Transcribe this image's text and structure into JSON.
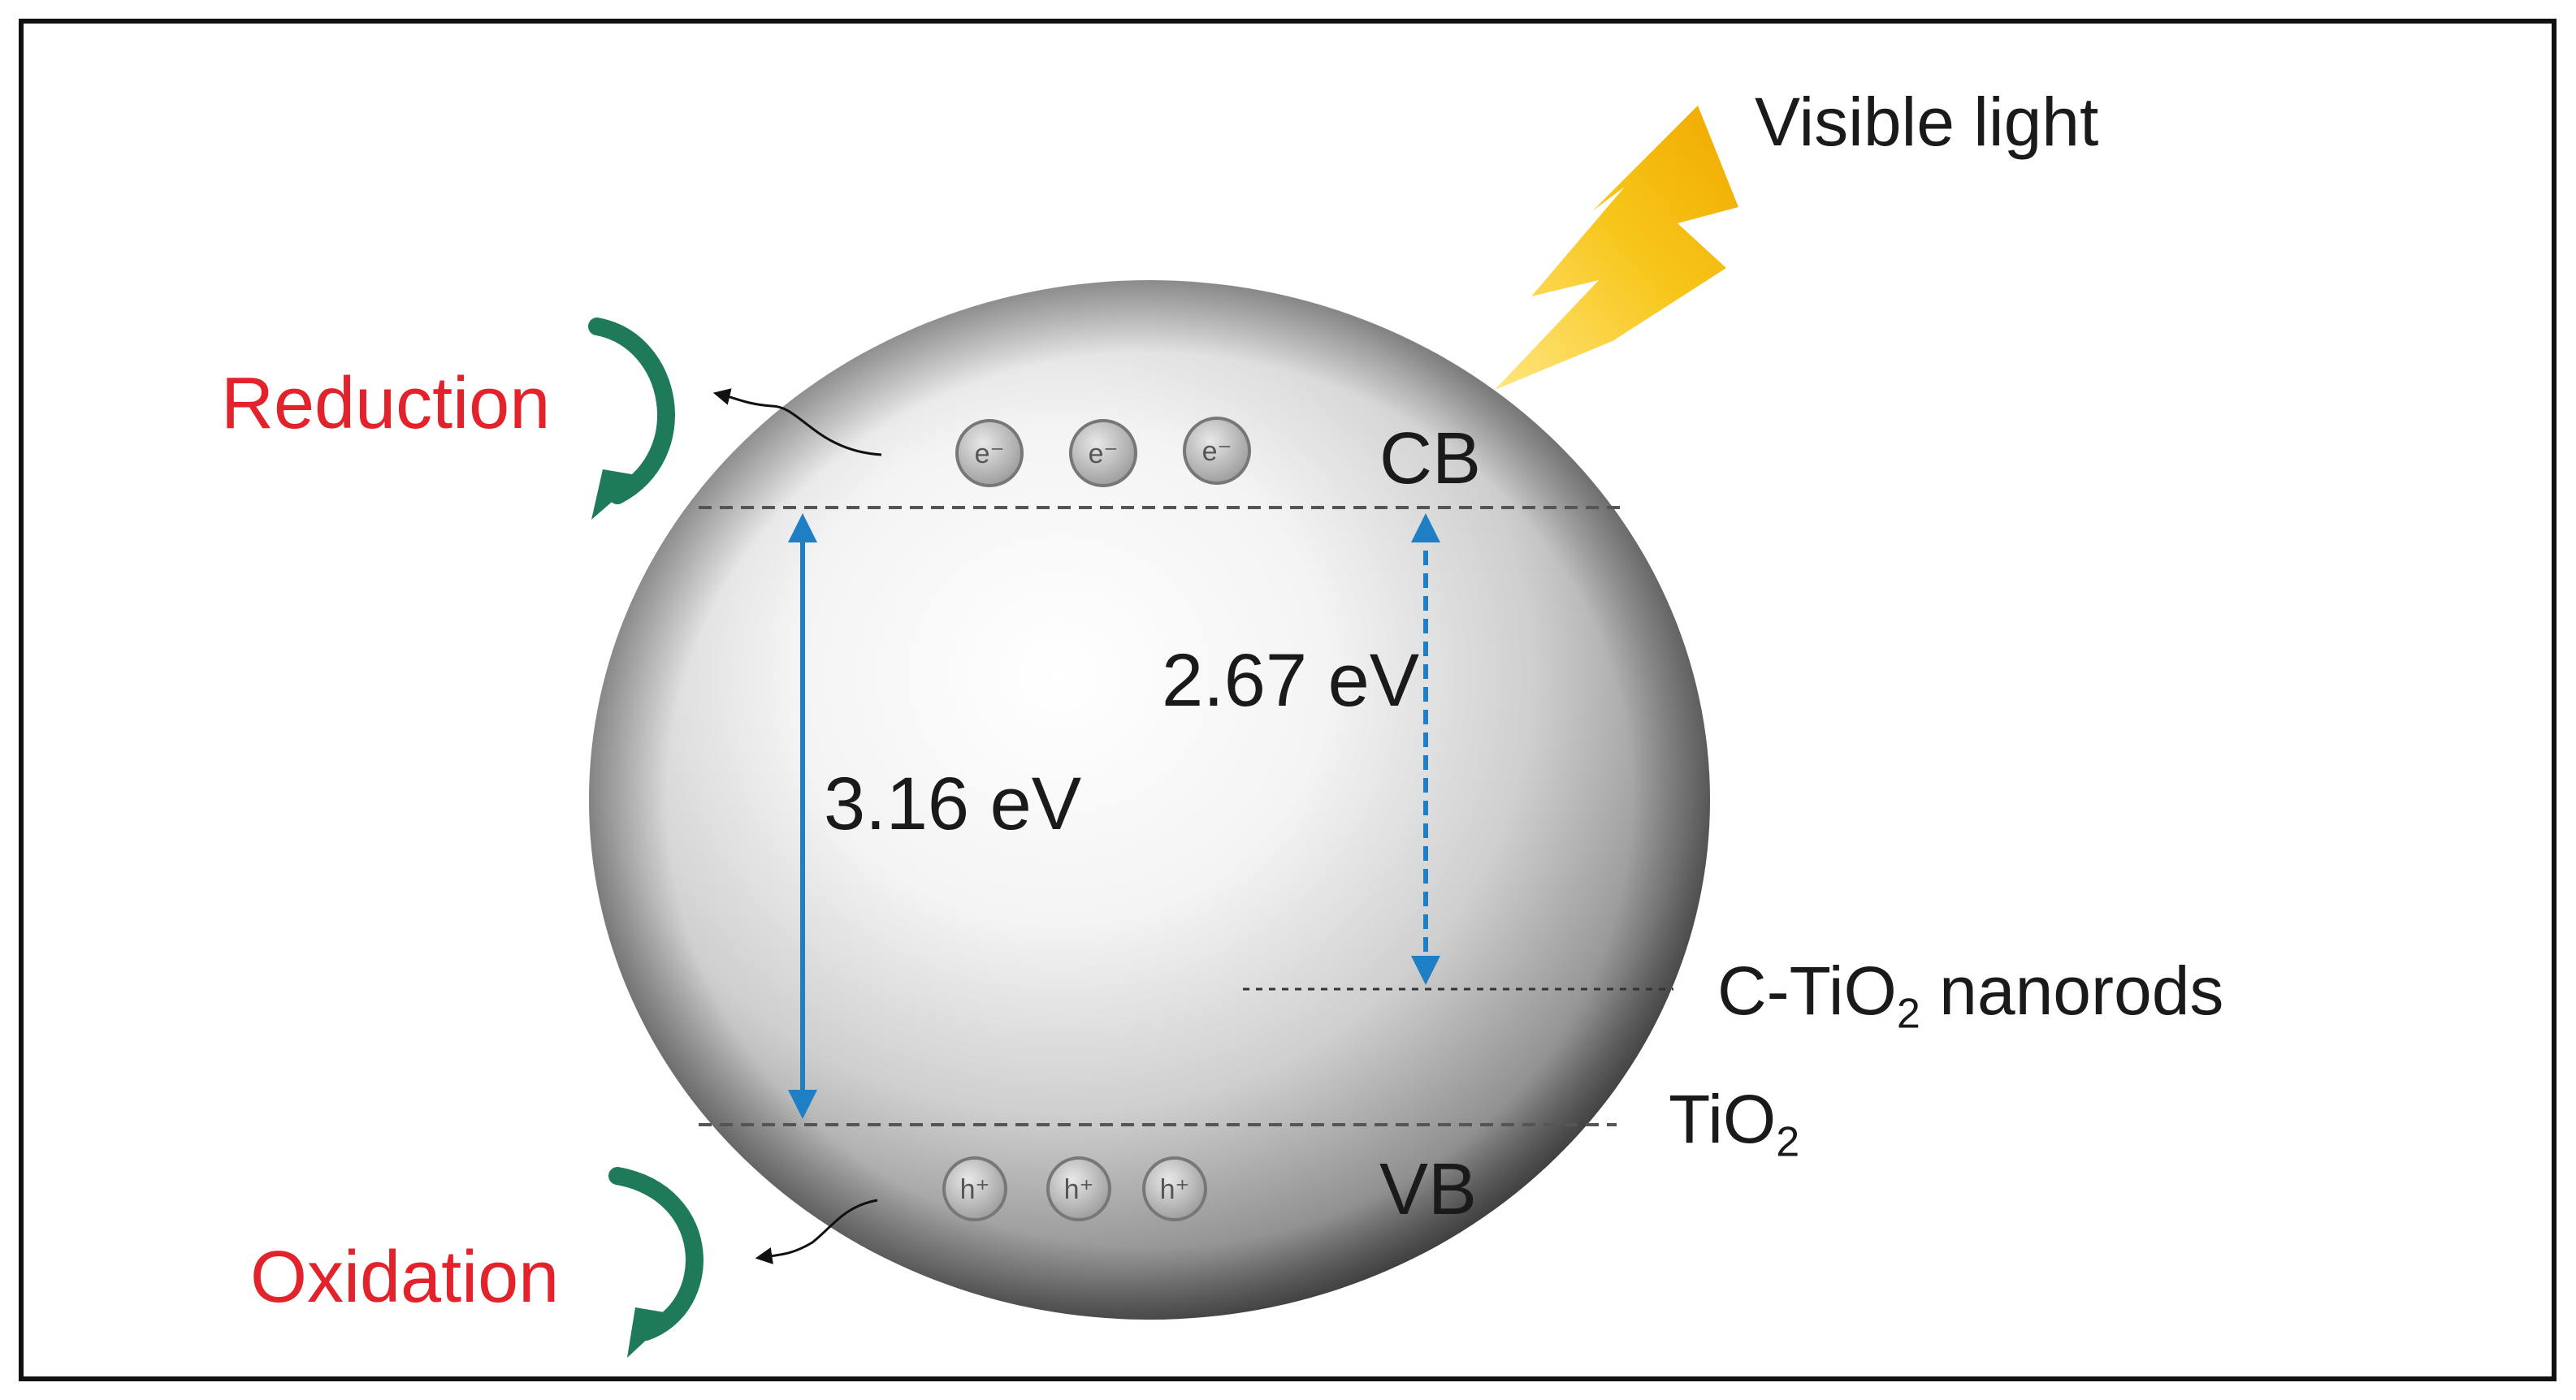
{
  "labels": {
    "light": "Visible light",
    "reduction": "Reduction",
    "oxidation": "Oxidation",
    "cb": "CB",
    "vb": "VB",
    "gap_doped": "2.67 eV",
    "gap_pure": "3.16 eV",
    "material_doped_prefix": "C-TiO",
    "material_doped_sub": "2",
    "material_doped_suffix": " nanorods",
    "material_pure_prefix": "TiO",
    "material_pure_sub": "2"
  },
  "carriers": {
    "electron": "e⁻",
    "hole": "h⁺"
  },
  "colors": {
    "reaction_text": "#e3232b",
    "gap_arrow": "#1f7fc4",
    "reaction_arrow": "#1f7a5a",
    "lightning": "#f5b800"
  }
}
